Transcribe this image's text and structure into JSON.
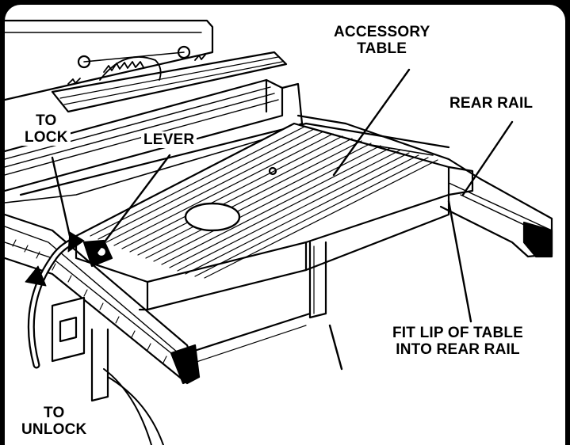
{
  "labels": {
    "accessory_table": [
      "ACCESSORY",
      "TABLE"
    ],
    "rear_rail": "REAR RAIL",
    "to_lock": [
      "TO",
      "LOCK"
    ],
    "lever": "LEVER",
    "fit_lip": [
      "FIT LIP OF TABLE",
      "INTO REAR RAIL"
    ],
    "to_unlock": [
      "TO",
      "UNLOCK"
    ]
  },
  "colors": {
    "ink": "#000000",
    "paper": "#ffffff"
  }
}
